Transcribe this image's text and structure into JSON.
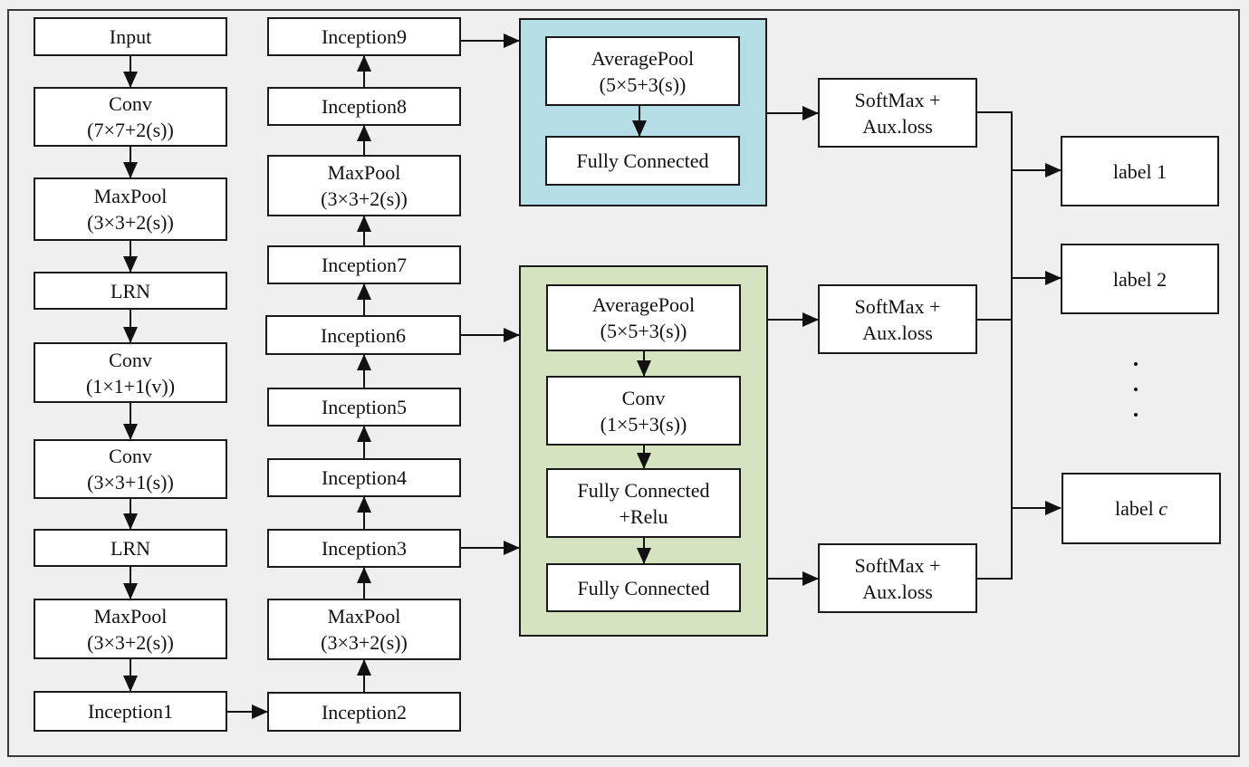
{
  "colors": {
    "background": "#efefef",
    "box_fill": "#ffffff",
    "stroke": "#1a1a1a",
    "aux1_fill": "#b5dde6",
    "aux2_fill": "#d6e3c0"
  },
  "column1": {
    "input": "Input",
    "conv1_l1": "Conv",
    "conv1_l2": "(7×7+2(s))",
    "maxpool1_l1": "MaxPool",
    "maxpool1_l2": "(3×3+2(s))",
    "lrn1": "LRN",
    "conv2_l1": "Conv",
    "conv2_l2": "(1×1+1(v))",
    "conv3_l1": "Conv",
    "conv3_l2": "(3×3+1(s))",
    "lrn2": "LRN",
    "maxpool2_l1": "MaxPool",
    "maxpool2_l2": "(3×3+2(s))",
    "inception1": "Inception1"
  },
  "column2": {
    "inception2": "Inception2",
    "maxpool3_l1": "MaxPool",
    "maxpool3_l2": "(3×3+2(s))",
    "inception3": "Inception3",
    "inception4": "Inception4",
    "inception5": "Inception5",
    "inception6": "Inception6",
    "inception7": "Inception7",
    "maxpool4_l1": "MaxPool",
    "maxpool4_l2": "(3×3+2(s))",
    "inception8": "Inception8",
    "inception9": "Inception9"
  },
  "aux1": {
    "avgpool_l1": "AveragePool",
    "avgpool_l2": "(5×5+3(s))",
    "fc": "Fully Connected"
  },
  "aux2": {
    "avgpool_l1": "AveragePool",
    "avgpool_l2": "(5×5+3(s))",
    "conv_l1": "Conv",
    "conv_l2": "(1×5+3(s))",
    "fc_relu_l1": "Fully Connected",
    "fc_relu_l2": "+Relu",
    "fc": "Fully Connected"
  },
  "outputs": {
    "softmax1_l1": "SoftMax +",
    "softmax1_l2": "Aux.loss",
    "softmax2_l1": "SoftMax +",
    "softmax2_l2": "Aux.loss",
    "softmax3_l1": "SoftMax +",
    "softmax3_l2": "Aux.loss"
  },
  "labels": {
    "label1": "label 1",
    "label2": "label 2",
    "labelc_prefix": "label ",
    "labelc_var": "c"
  }
}
